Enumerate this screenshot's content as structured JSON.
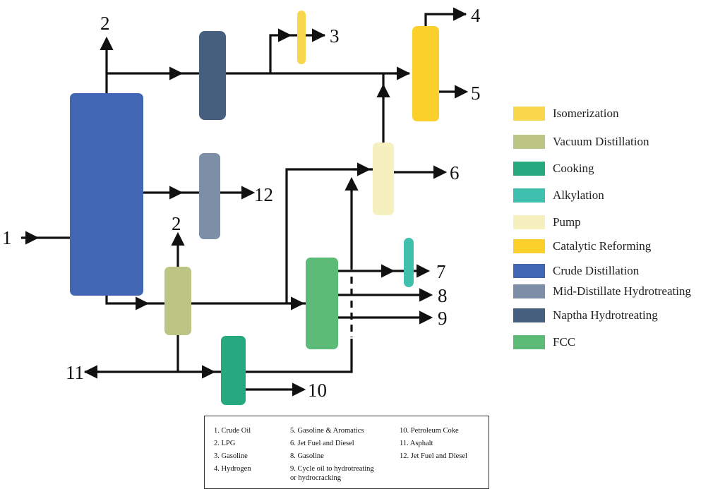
{
  "units": [
    {
      "id": "crude",
      "name": "Crude Distillation",
      "color": "#4166b3"
    },
    {
      "id": "naptha",
      "name": "Naptha Hydrotreating",
      "color": "#465f7e"
    },
    {
      "id": "isom",
      "name": "Isomerization",
      "color": "#f8d74d"
    },
    {
      "id": "reform",
      "name": "Catalytic Reforming",
      "color": "#fcd02b"
    },
    {
      "id": "middist",
      "name": "Mid-Distillate Hydrotreating",
      "color": "#7d8fa6"
    },
    {
      "id": "pump",
      "name": "Pump",
      "color": "#f6f0be"
    },
    {
      "id": "vacuum",
      "name": "Vacuum Distillation",
      "color": "#bcc584"
    },
    {
      "id": "fcc",
      "name": "FCC",
      "color": "#5cbb77"
    },
    {
      "id": "alky",
      "name": "Alkylation",
      "color": "#3fc0ae"
    },
    {
      "id": "cook",
      "name": "Cooking",
      "color": "#26a97f"
    }
  ],
  "stream_numbers": {
    "n1": "1",
    "n2a": "2",
    "n2b": "2",
    "n3": "3",
    "n4": "4",
    "n5": "5",
    "n6": "6",
    "n7": "7",
    "n8": "8",
    "n9": "9",
    "n10": "10",
    "n11": "11",
    "n12": "12"
  },
  "legend": [
    {
      "label": "Isomerization",
      "color": "#f8d74d"
    },
    {
      "label": "Vacuum Distillation",
      "color": "#bcc584"
    },
    {
      "label": "Cooking",
      "color": "#26a97f"
    },
    {
      "label": "Alkylation",
      "color": "#3fc0ae"
    },
    {
      "label": "Pump",
      "color": "#f6f0be"
    },
    {
      "label": "Catalytic Reforming",
      "color": "#fcd02b"
    },
    {
      "label": "Crude Distillation",
      "color": "#4166b3"
    },
    {
      "label": "Mid-Distillate Hydrotreating",
      "color": "#7d8fa6"
    },
    {
      "label": "Naptha Hydrotreating",
      "color": "#465f7e"
    },
    {
      "label": "FCC",
      "color": "#5cbb77"
    }
  ],
  "key": [
    "1. Crude Oil",
    "2. LPG",
    "3. Gasoline",
    "4. Hydrogen",
    "5. Gasoline & Aromatics",
    "6. Jet Fuel and Diesel",
    "8. Gasoline",
    "9. Cycle oil to hydrotreating",
    "or hydrocracking",
    "10. Petroleum Coke",
    "11. Asphalt",
    "12. Jet Fuel and Diesel"
  ]
}
